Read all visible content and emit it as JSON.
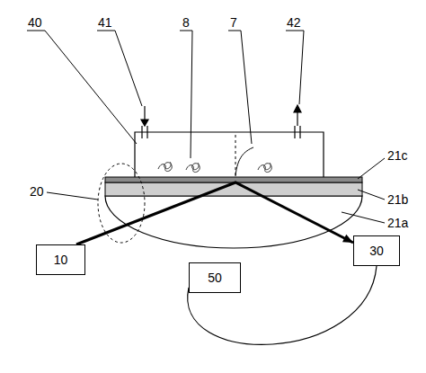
{
  "diagram": {
    "nodes": [
      {
        "text": [
          "10"
        ]
      },
      {
        "text": [
          "30"
        ]
      },
      {
        "text": [
          "50"
        ]
      }
    ],
    "edges": [
      {
        "from": 0,
        "to": 1,
        "arrow": "to"
      },
      {
        "from": 1,
        "to": 2,
        "arrow": "none"
      }
    ],
    "labels": [
      "40",
      "41",
      "8",
      "7",
      "42",
      "21c",
      "20",
      "21b",
      "21a"
    ]
  }
}
